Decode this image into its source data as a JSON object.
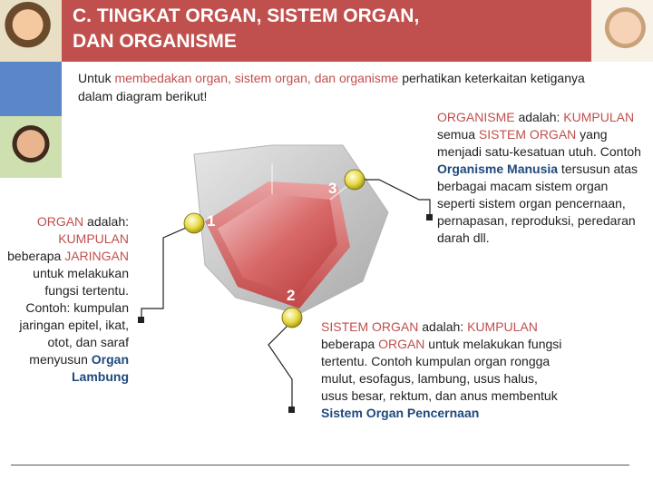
{
  "header": {
    "title": "C. TINGKAT ORGAN, SISTEM ORGAN,\n    DAN ORGANISME",
    "bar_color": "#c0504d",
    "side_panel_color": "#5b86c8"
  },
  "intro": {
    "part1": "Untuk ",
    "highlight": "membedakan organ, sistem organ, dan organisme",
    "part2": " perhatikan keterkaitan ketiganya dalam diagram berikut!"
  },
  "diagram": {
    "labels": {
      "one": "1",
      "two": "2",
      "three": "3"
    }
  },
  "organ": {
    "term": "ORGAN",
    "t1": " adalah: ",
    "kumpulan": "KUMPULAN",
    "t2": " beberapa ",
    "jaringan": "JARINGAN",
    "t3": " untuk melakukan fungsi tertentu. Contoh: kumpulan jaringan epitel, ikat, otot, dan saraf menyusun ",
    "example": "Organ Lambung"
  },
  "organisme": {
    "term": "ORGANISME",
    "t1": " adalah: ",
    "kumpulan": "KUMPULAN",
    "t2": " semua ",
    "sistem": "SISTEM ORGAN",
    "t3": " yang menjadi satu-kesatuan utuh. Contoh ",
    "example": "Organisme Manusia",
    "t4": " tersusun atas berbagai macam sistem organ seperti sistem organ pencernaan, pernapasan, reproduksi, peredaran darah dll."
  },
  "sistem_organ": {
    "term": "SISTEM ORGAN",
    "t1": " adalah: ",
    "kumpulan": "KUMPULAN",
    "t2": " beberapa ",
    "organ": "ORGAN",
    "t3": " untuk melakukan fungsi tertentu. Contoh kumpulan organ rongga mulut, esofagus, lambung, usus halus, usus besar, rektum, dan anus membentuk ",
    "example": "Sistem Organ Pencernaan"
  }
}
